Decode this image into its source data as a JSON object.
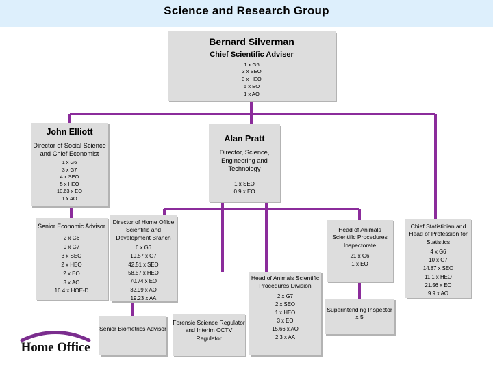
{
  "header": {
    "title": "Science and Research Group",
    "banner_color": "#ddeffc"
  },
  "theme": {
    "box_fill": "#dddddd",
    "connector_color": "#8B2C9B",
    "text_color": "#000000",
    "logo_arc_color": "#7B2D8E"
  },
  "logo": {
    "text": "Home Office",
    "name": "home-office-logo"
  },
  "nodes": {
    "silverman": {
      "name": "Bernard Silverman",
      "role": "Chief Scientific Adviser",
      "grades": [
        "1 x G6",
        "3 x SEO",
        "3 x HEO",
        "5 x EO",
        "1 x AO"
      ]
    },
    "elliott": {
      "name": "John Elliott",
      "title": "Director of Social Science and Chief Economist",
      "grades": [
        "1 x G6",
        "3 x G7",
        "4 x SEO",
        "5 x HEO",
        "10.63 x EO",
        "1 x AO"
      ]
    },
    "pratt": {
      "name": "Alan Pratt",
      "title": "Director, Science, Engineering and Technology",
      "grades": [
        "1 x SEO",
        "0.9 x EO"
      ]
    },
    "senior_economic_advisor": {
      "title": "Senior Economic Advisor",
      "grades": [
        "2 x G6",
        "9 x G7",
        "3 x SEO",
        "2 x HEO",
        "2 x EO",
        "3 x AO",
        "16.4 x HOE-D"
      ]
    },
    "hosdb": {
      "title": "Director of Home Office Scientific and Development Branch",
      "grades": [
        "6 x G6",
        "19.57 x G7",
        "42.51 x SEO",
        "58.57 x HEO",
        "70.74 x EO",
        "32.99 x AO",
        "19.23 x AA"
      ]
    },
    "aspi": {
      "title": "Head of Animals Scientific Procedures Inspectorate",
      "grades": [
        "21 x G6",
        "1 x EO"
      ]
    },
    "chief_statistician": {
      "title": "Chief Statistician and Head of Profession for Statistics",
      "grades": [
        "4 x G6",
        "10 x G7",
        "14.87 x SEO",
        "11.1 x HEO",
        "21.56 x EO",
        "9.9 x AO"
      ]
    },
    "aspd": {
      "title": "Head of Animals Scientific Procedures Division",
      "grades": [
        "2 x G7",
        "2 x SEO",
        "1 x HEO",
        "3 x EO",
        "15.66 x AO",
        "2.3 x AA"
      ]
    },
    "senior_biometrics": {
      "title": "Senior Biometrics Advisor"
    },
    "forensic_regulator": {
      "title": "Forensic Science Regulator and Interim CCTV Regulator"
    },
    "superintending": {
      "title": "Superintending Inspector x 5"
    }
  }
}
